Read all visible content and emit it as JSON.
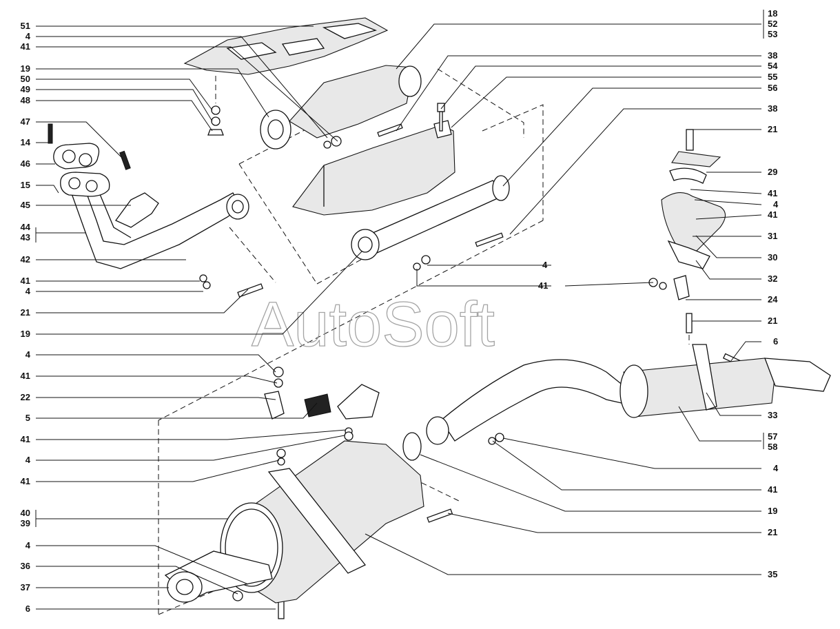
{
  "watermark": "AutoSoft",
  "left_callouts": [
    "51",
    "4",
    "41",
    "19",
    "50",
    "49",
    "48",
    "47",
    "14",
    "46",
    "15",
    "45",
    "44",
    "43",
    "42",
    "41",
    "4",
    "21",
    "19",
    "4",
    "41",
    "22",
    "5",
    "41",
    "4",
    "41",
    "40",
    "39",
    "4",
    "36",
    "37",
    "6"
  ],
  "right_callouts": [
    "18",
    "52",
    "53",
    "38",
    "54",
    "55",
    "56",
    "38",
    "21",
    "29",
    "41",
    "4",
    "41",
    "31",
    "30",
    "32",
    "4",
    "41",
    "24",
    "21",
    "6",
    "33",
    "57",
    "58",
    "4",
    "41",
    "19",
    "21",
    "35"
  ]
}
